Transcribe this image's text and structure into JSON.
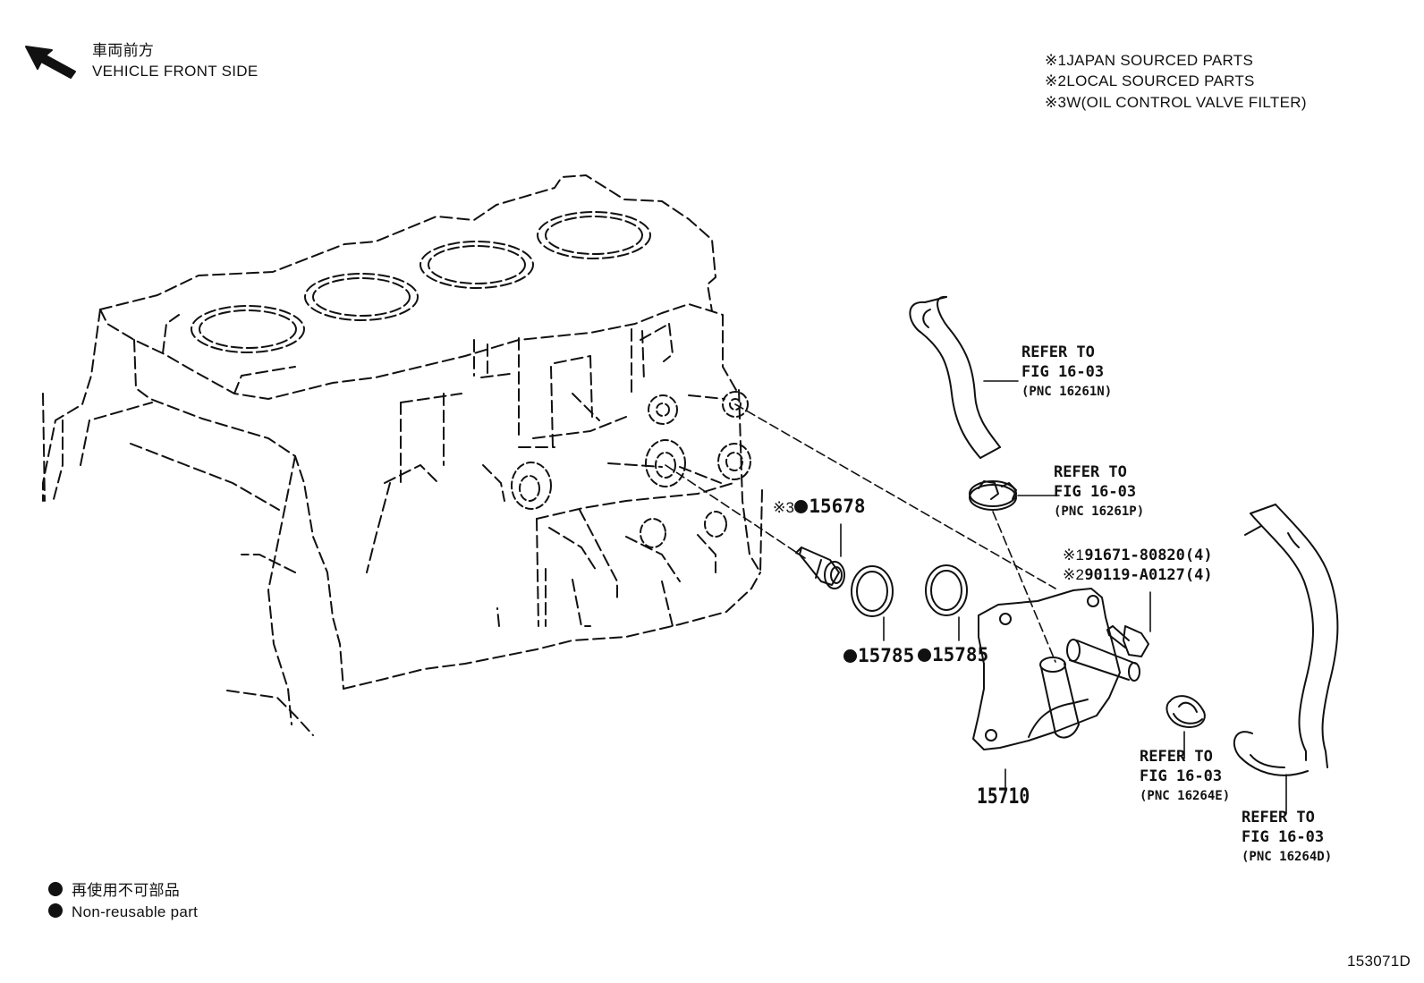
{
  "header": {
    "front_jp": "車両前方",
    "front_en": "VEHICLE FRONT SIDE"
  },
  "notes": [
    {
      "mark": "※1",
      "text": "JAPAN SOURCED PARTS"
    },
    {
      "mark": "※2",
      "text": "LOCAL SOURCED PARTS"
    },
    {
      "mark": "※3",
      "text": "W(OIL CONTROL VALVE FILTER)"
    }
  ],
  "refs": {
    "hose_top": {
      "line1": "REFER TO",
      "line2": "FIG 16-03",
      "line3": "(PNC 16261N)"
    },
    "clamp_top": {
      "line1": "REFER TO",
      "line2": "FIG 16-03",
      "line3": "(PNC 16261P)"
    },
    "clamp_low": {
      "line1": "REFER TO",
      "line2": "FIG 16-03",
      "line3": "(PNC 16264E)"
    },
    "hose_right": {
      "line1": "REFER TO",
      "line2": "FIG 16-03",
      "line3": "(PNC 16264D)"
    }
  },
  "parts": {
    "filter": {
      "mark": "※3",
      "number": "15678"
    },
    "gasket1": {
      "number": "15785"
    },
    "gasket2": {
      "number": "15785"
    },
    "cooler": {
      "number": "15710"
    },
    "bolt1": {
      "mark": "※1",
      "number": "91671-80820(4)"
    },
    "bolt2": {
      "mark": "※2",
      "number": "90119-A0127(4)"
    }
  },
  "legend": {
    "jp": "再使用不可部品",
    "en": "Non-reusable part"
  },
  "figure_id": "153071D"
}
